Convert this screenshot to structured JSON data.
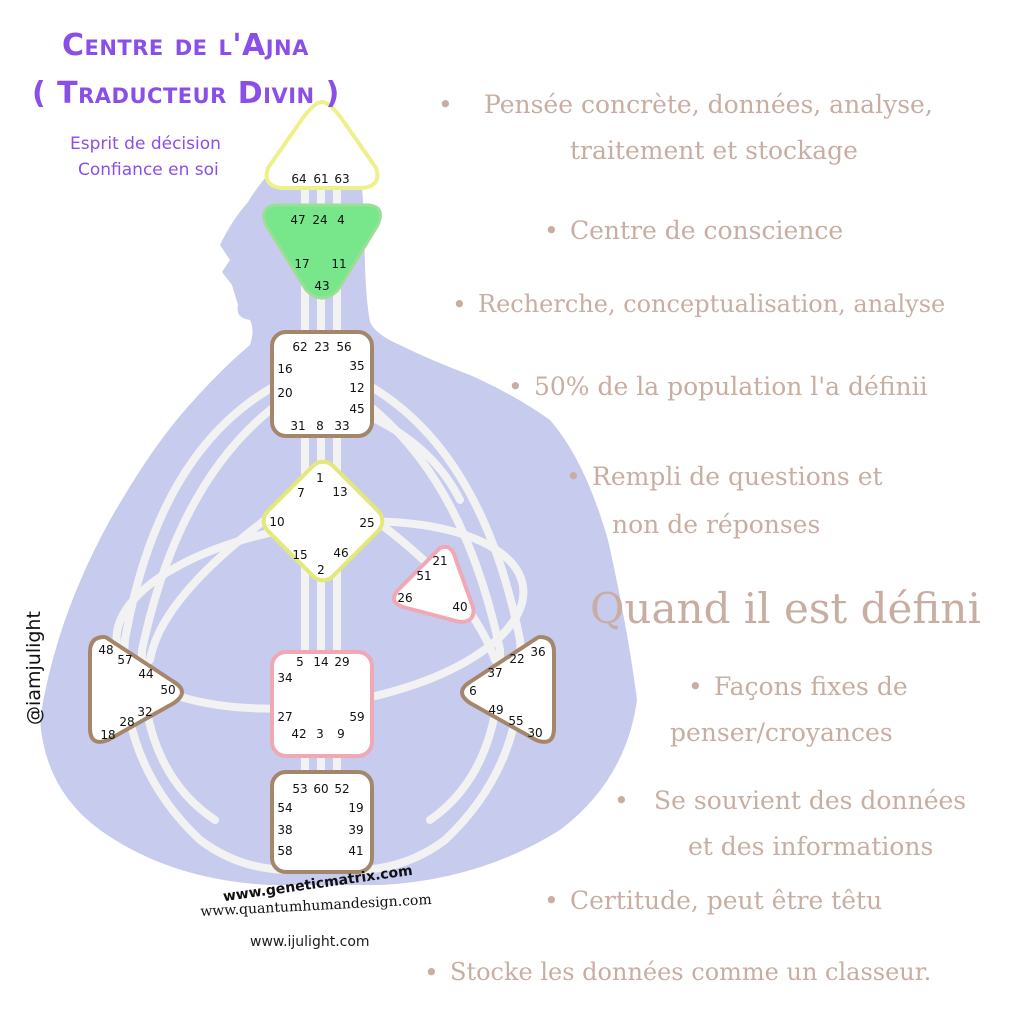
{
  "header": {
    "title": "Centre de l'Ajna",
    "subtitle": "( Traducteur Divin )",
    "traits": [
      "Esprit de décision",
      "Confiance en soi"
    ]
  },
  "bullets_general": [
    [
      "Pensée concrète, données, analyse,",
      "traitement et stockage"
    ],
    [
      "Centre de conscience"
    ],
    [
      "Recherche, conceptualisation, analyse"
    ],
    [
      "50% de la population l'a définii"
    ],
    [
      "Rempli de questions et",
      "non de réponses"
    ]
  ],
  "defined_heading": "Quand il est défini",
  "bullets_defined": [
    [
      "Façons fixes de",
      "penser/croyances"
    ],
    [
      "Se souvient des données",
      "et des informations"
    ],
    [
      "Certitude, peut être têtu"
    ],
    [
      "Stocke les données comme un classeur."
    ]
  ],
  "handle": "@iamjulight",
  "watermark_urls": [
    "www.geneticmatrix.com",
    "www.quantumhumandesign.com",
    "www.ijulight.com"
  ],
  "colors": {
    "accent_purple": "#8a4fe8",
    "bullet_text": "#c8aea2",
    "body_silhouette": "#c7cbee",
    "channel": "#f2f2f2",
    "head_center": "#eef08a",
    "ajna_defined": "#78e68a",
    "throat_center": "#a4876a",
    "g_center": "#e3e87a",
    "ego_center": "#f0a8b4",
    "sacral_center": "#f0a8b4",
    "root_center": "#a4876a",
    "spleen_center": "#a4876a",
    "solar_plexus_center": "#a4876a"
  },
  "centers": [
    {
      "name": "head",
      "shape": "triangle-up",
      "gates": [
        "64",
        "61",
        "63"
      ]
    },
    {
      "name": "ajna",
      "shape": "triangle-down",
      "defined": true,
      "gates": [
        "47",
        "24",
        "4",
        "17",
        "11",
        "43"
      ]
    },
    {
      "name": "throat",
      "shape": "square",
      "gates": [
        "62",
        "23",
        "56",
        "16",
        "35",
        "20",
        "12",
        "45",
        "31",
        "8",
        "33"
      ]
    },
    {
      "name": "g",
      "shape": "diamond",
      "gates": [
        "1",
        "7",
        "13",
        "10",
        "25",
        "15",
        "46",
        "2"
      ]
    },
    {
      "name": "ego",
      "shape": "triangle",
      "gates": [
        "21",
        "51",
        "26",
        "40"
      ]
    },
    {
      "name": "sacral",
      "shape": "square",
      "gates": [
        "5",
        "14",
        "29",
        "34",
        "27",
        "59",
        "42",
        "3",
        "9"
      ]
    },
    {
      "name": "spleen",
      "shape": "triangle-right",
      "gates": [
        "48",
        "57",
        "44",
        "50",
        "32",
        "28",
        "18"
      ]
    },
    {
      "name": "solar-plexus",
      "shape": "triangle-left",
      "gates": [
        "36",
        "22",
        "37",
        "6",
        "49",
        "55",
        "30"
      ]
    },
    {
      "name": "root",
      "shape": "square",
      "gates": [
        "53",
        "60",
        "52",
        "54",
        "19",
        "38",
        "39",
        "58",
        "41"
      ]
    }
  ]
}
